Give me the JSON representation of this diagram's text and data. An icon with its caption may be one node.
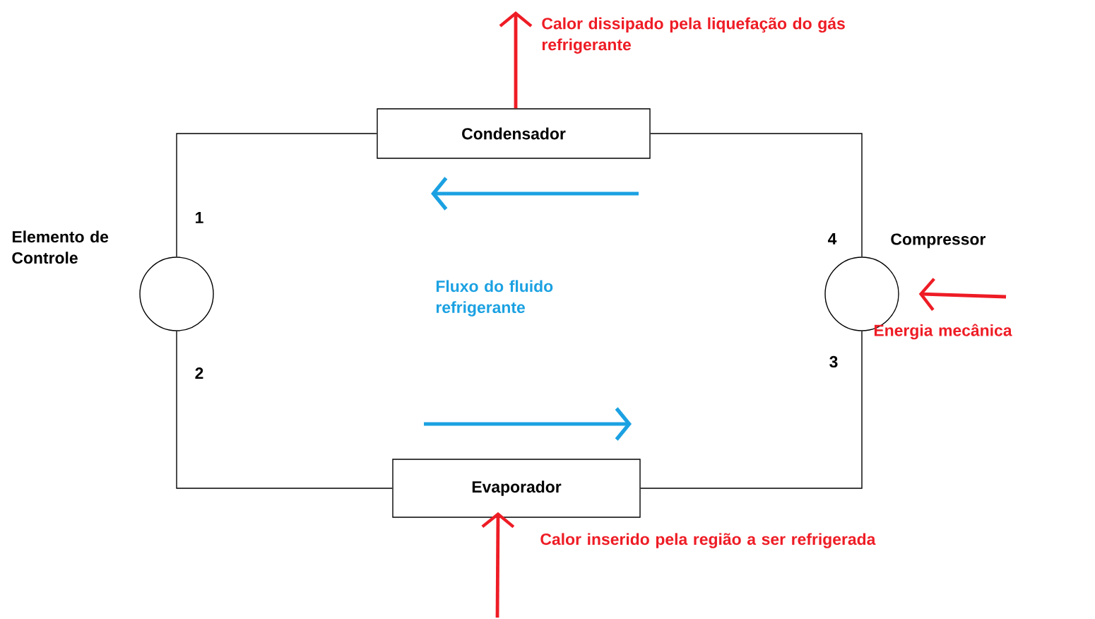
{
  "diagram": {
    "nodes": [
      {
        "text": [
          "Condensador"
        ]
      },
      {
        "text": [
          "Elemento de Controle"
        ]
      },
      {
        "text": [
          "Compressor"
        ]
      },
      {
        "text": [
          "Evaporador"
        ]
      }
    ],
    "edges": [
      {
        "from": 0,
        "to": 1,
        "arrow": "none"
      },
      {
        "from": 1,
        "to": 3,
        "arrow": "none"
      },
      {
        "from": 3,
        "to": 2,
        "arrow": "none"
      },
      {
        "from": 2,
        "to": 0,
        "arrow": "none"
      },
      {
        "from": 0,
        "to": null,
        "arrow": "to",
        "style": "thick",
        "color": "#ee1c25"
      },
      {
        "from": null,
        "to": 3,
        "arrow": "to",
        "style": "thick",
        "color": "#ee1c25"
      },
      {
        "from": null,
        "to": 2,
        "arrow": "to",
        "style": "thick",
        "color": "#ee1c25"
      }
    ],
    "labels": [
      "Calor dissipado pela liquefação do gás refrigerante",
      "1",
      "4",
      "Fluxo do fluido refrigerante",
      "Energia mecânica",
      "3",
      "2",
      "Calor inserido pela região a ser refrigerada"
    ]
  }
}
